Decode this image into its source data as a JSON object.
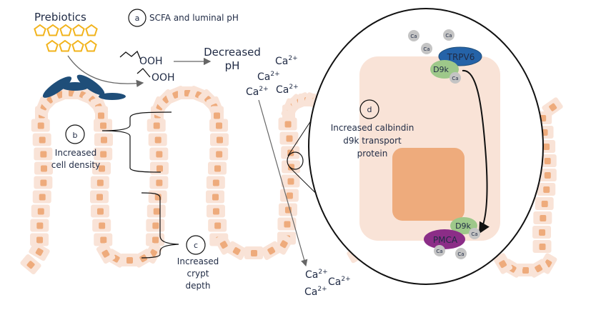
{
  "title": "Prebiotics",
  "colors": {
    "cell": "#f9e3d7",
    "nucleus": "#eeab7c",
    "bacteria": "#1f4e79",
    "prebiotic": "#f2b31b",
    "trpv6": "#2563a8",
    "d9k": "#9ec88a",
    "pmca": "#8b2d87",
    "ca_ion": "#c4c4c4",
    "text": "#1f2a44"
  },
  "labels": {
    "a": {
      "marker": "a",
      "text": "SCFA and luminal pH"
    },
    "b": {
      "marker": "b",
      "line1": "Increased",
      "line2": "cell density"
    },
    "c": {
      "marker": "c",
      "line1": "Increased",
      "line2": "crypt",
      "line3": "depth"
    },
    "d": {
      "marker": "d",
      "line1": "Increased calbindin",
      "line2": "d9k transport",
      "line3": "protein"
    }
  },
  "scfa": {
    "mol1": "OOH",
    "mol2": "OOH"
  },
  "ph": {
    "line1": "Decreased",
    "line2": "pH"
  },
  "calcium": {
    "base": "Ca",
    "charge": "2+",
    "short": "Ca"
  },
  "proteins": {
    "trpv6": "TRPV6",
    "d9k_top": "D9k",
    "d9k_bottom": "D9k",
    "pmca": "PMCA"
  }
}
